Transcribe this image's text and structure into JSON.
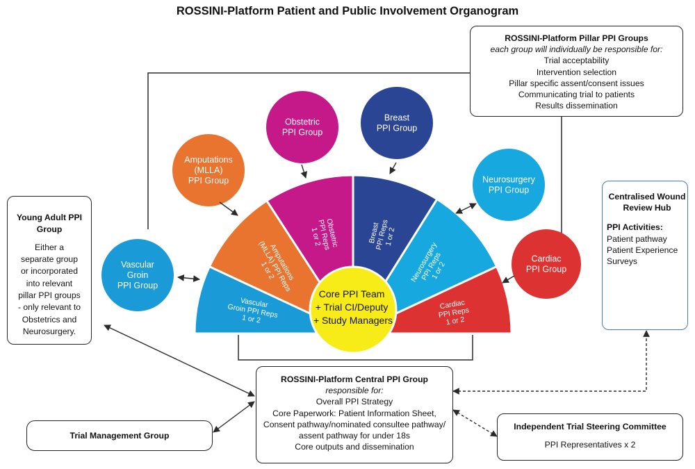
{
  "title": "ROSSINI-Platform Patient and Public Involvement Organogram",
  "colors": {
    "vascular": "#1a9ad6",
    "amputations": "#e8742f",
    "obstetric": "#c5198a",
    "breast": "#2a4594",
    "neurosurgery": "#16a8de",
    "cardiac": "#dd3232",
    "core": "#f7ec18",
    "line": "#2a2a2a",
    "wound_border": "#4a78b5"
  },
  "pillar_box": {
    "heading": "ROSSINI-Platform Pillar PPI Groups",
    "subheading": "each group will individually be responsible for:",
    "items": [
      "Trial acceptability",
      "Intervention selection",
      "Pillar specific assent/consent issues",
      "Communicating trial to patients",
      "Results dissemination"
    ]
  },
  "young_adult": {
    "heading_line1": "Young Adult PPI",
    "heading_line2": "Group",
    "body_lines": [
      "Either a",
      "separate group",
      "or incorporated",
      "into relevant",
      "pillar PPI groups",
      "- only relevant to",
      "Obstetrics and",
      "Neurosurgery."
    ]
  },
  "wound_hub": {
    "heading_line1": "Centralised Wound",
    "heading_line2": "Review Hub",
    "activities_heading": "PPI Activities:",
    "activities": [
      "Patient pathway",
      "Patient Experience",
      "Surveys"
    ]
  },
  "central_box": {
    "heading": "ROSSINI-Platform Central PPI Group",
    "subheading": "responsible for:",
    "lines": [
      "Overall PPI Strategy",
      "Core Paperwork: Patient Information Sheet,",
      "Consent pathway/nominated consultee pathway/",
      "assent pathway for under 18s",
      "Core outputs and dissemination"
    ]
  },
  "trial_management": {
    "label": "Trial Management Group"
  },
  "steering": {
    "heading": "Independent Trial Steering Committee",
    "body": "PPI Representatives x 2"
  },
  "circles": [
    {
      "key": "vascular",
      "lines": [
        "Vascular",
        "Groin",
        "PPI Group"
      ]
    },
    {
      "key": "amputations",
      "lines": [
        "Amputations",
        "(MLLA)",
        "PPI Group"
      ]
    },
    {
      "key": "obstetric",
      "lines": [
        "Obstetric",
        "PPI Group"
      ]
    },
    {
      "key": "breast",
      "lines": [
        "Breast",
        "PPI Group"
      ]
    },
    {
      "key": "neurosurgery",
      "lines": [
        "Neurosurgery",
        "PPI Group"
      ]
    },
    {
      "key": "cardiac",
      "lines": [
        "Cardiac",
        "PPI Group"
      ]
    }
  ],
  "segments": [
    {
      "key": "vascular",
      "lines": [
        "Vascular",
        "Groin PPI Reps",
        "1 or 2"
      ]
    },
    {
      "key": "amputations",
      "lines": [
        "Amputations",
        "(MLLA) PPI Reps",
        "1 or 2"
      ]
    },
    {
      "key": "obstetric",
      "lines": [
        "Obstetric",
        "PPI Reps",
        "1 or 2"
      ]
    },
    {
      "key": "breast",
      "lines": [
        "Breast",
        "PPI Reps",
        "1 or 2"
      ]
    },
    {
      "key": "neurosurgery",
      "lines": [
        "Neurosurgery",
        "PPI Reps",
        "1 or 2"
      ]
    },
    {
      "key": "cardiac",
      "lines": [
        "Cardiac",
        "PPI Reps",
        "1 or 2"
      ]
    }
  ],
  "core": {
    "lines": [
      "Core PPI Team",
      "+ Trial CI/Deputy",
      "+ Study Managers"
    ]
  }
}
